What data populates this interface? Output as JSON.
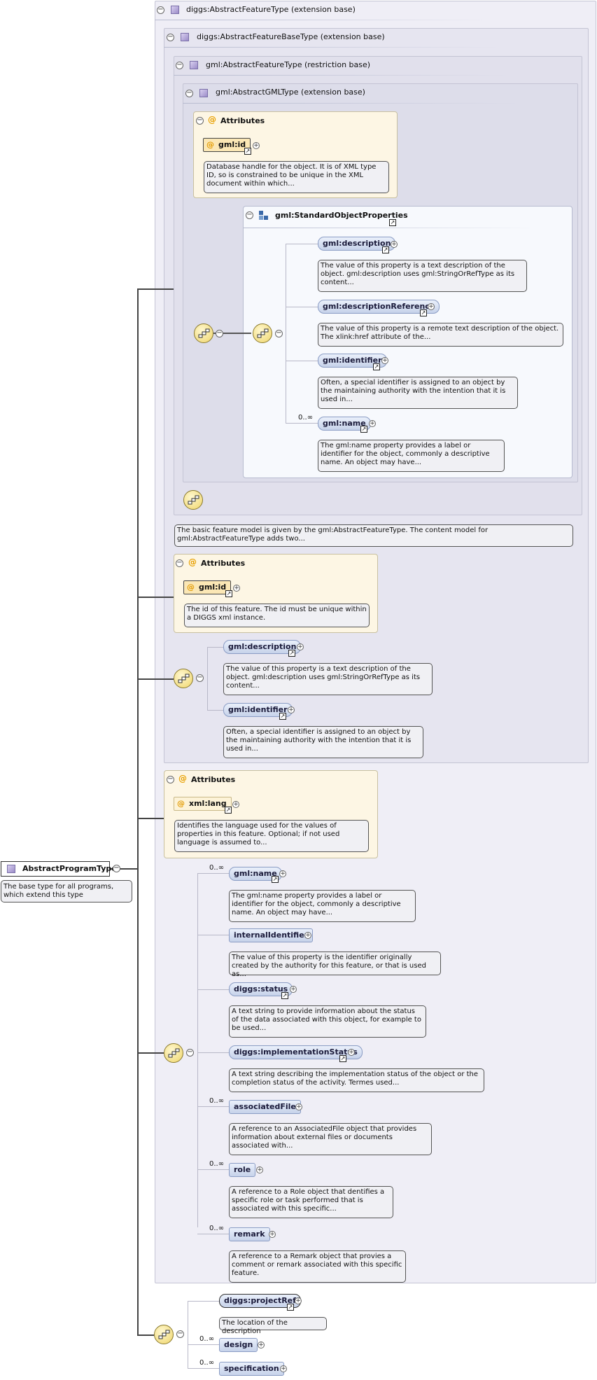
{
  "root": {
    "name": "AbstractProgramType",
    "description": "The base type for all programs, which extend this type"
  },
  "types": {
    "t1": "diggs:AbstractFeatureType (extension base)",
    "t2": "diggs:AbstractFeatureBaseType (extension base)",
    "t3": "gml:AbstractFeatureType (restriction base)",
    "t4": "gml:AbstractGMLType (extension base)"
  },
  "sop_title": "gml:StandardObjectProperties",
  "attributes_label": "Attributes",
  "attr_gml_id_1": {
    "name": "gml:id",
    "description": "Database handle for the object. It is of XML type ID, so is constrained to be unique in the XML document within which..."
  },
  "sop_elements": [
    {
      "name": "gml:description",
      "description": "The value of this property is a text description of the object. gml:description uses gml:StringOrRefType as its content..."
    },
    {
      "name": "gml:descriptionReference",
      "description": "The value of this property is a remote text description of the object. The xlink:href attribute of the..."
    },
    {
      "name": "gml:identifier",
      "description": "Often, a special identifier is assigned to an object by the maintaining authority with the intention that it is used in..."
    },
    {
      "name": "gml:name",
      "description": "The gml:name property provides a label or identifier for the object, commonly a descriptive name. An object may have...",
      "cardinality": "0..∞"
    }
  ],
  "feature_desc": "The basic feature model is given by the gml:AbstractFeatureType. The content model for gml:AbstractFeatureType adds two...",
  "attr_gml_id_2": {
    "name": "gml:id",
    "description": "The id of this feature. The id must be unique within a DIGGS xml instance."
  },
  "base_elements": [
    {
      "name": "gml:description",
      "description": "The value of this property is a text description of the object. gml:description uses gml:StringOrRefType as its content..."
    },
    {
      "name": "gml:identifier",
      "description": "Often, a special identifier is assigned to an object by the maintaining authority with the intention that it is used in..."
    }
  ],
  "attr_xml_lang": {
    "name": "xml:lang",
    "description": "Identifies the language used for the values of properties in this feature. Optional; if not used language is assumed to..."
  },
  "feature_elements": [
    {
      "name": "gml:name",
      "description": "The gml:name property provides a label or identifier for the object, commonly a descriptive name. An object may have...",
      "cardinality": "0..∞"
    },
    {
      "name": "internalIdentifier",
      "description": "The value of this property is the identifier originally created by the authority for this feature, or that is used as..."
    },
    {
      "name": "diggs:status",
      "description": "A text string to provide information about the status of the data associated with this object, for example to be used..."
    },
    {
      "name": "diggs:implementationStatus",
      "description": "A text string describing the implementation status of the object or the completion status of the activity. Termes used..."
    },
    {
      "name": "associatedFile",
      "description": "A reference to an AssociatedFile object that provides information about external files or documents associated with...",
      "cardinality": "0..∞"
    },
    {
      "name": "role",
      "description": "A reference to a Role object that dentifies a specific role or task performed that is associated with this specific...",
      "cardinality": "0..∞"
    },
    {
      "name": "remark",
      "description": "A reference to a Remark object that provies a comment or remark associated with this specific feature.",
      "cardinality": "0..∞"
    }
  ],
  "program_elements": [
    {
      "name": "diggs:projectRef",
      "description": "The location of the description"
    },
    {
      "name": "design",
      "cardinality": "0..∞"
    },
    {
      "name": "specification",
      "cardinality": "0..∞"
    }
  ]
}
